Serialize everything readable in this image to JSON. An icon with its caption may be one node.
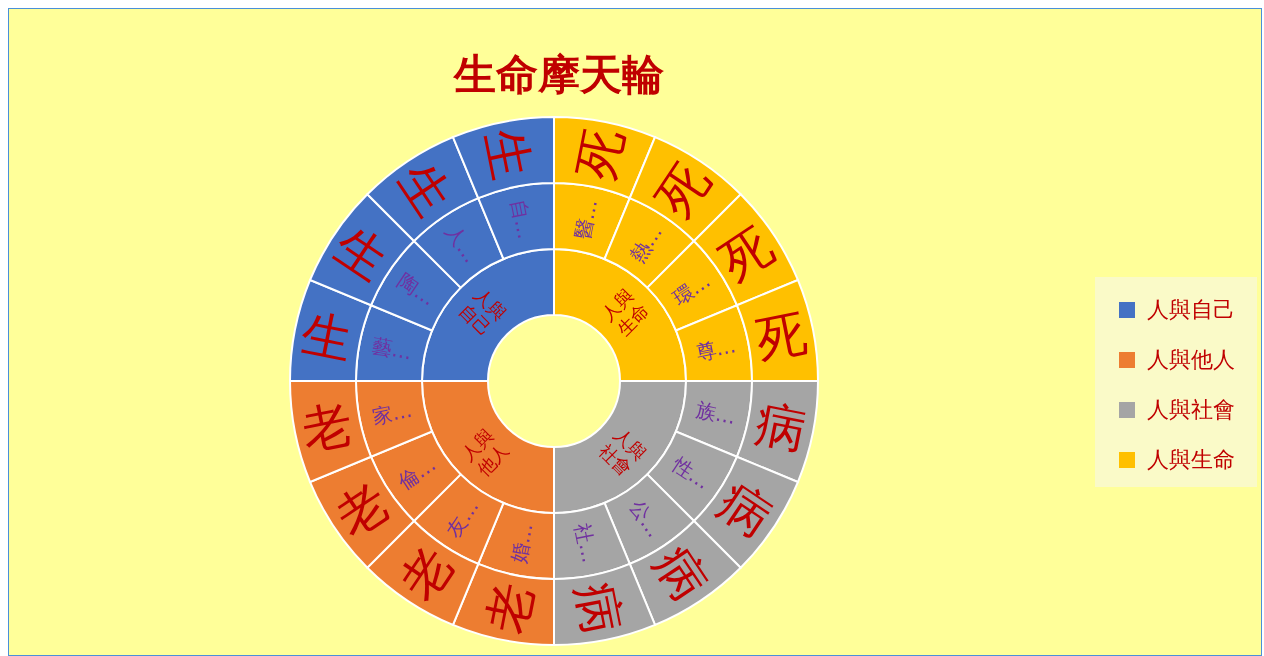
{
  "diagram": {
    "title": "生命摩天輪",
    "nodes": [
      {
        "text": [
          "人與自己"
        ]
      },
      {
        "text": [
          "藝…"
        ]
      },
      {
        "text": [
          "陶…"
        ]
      },
      {
        "text": [
          "人…"
        ]
      },
      {
        "text": [
          "自…"
        ]
      },
      {
        "text": [
          "生"
        ]
      },
      {
        "text": [
          "生"
        ]
      },
      {
        "text": [
          "生"
        ]
      },
      {
        "text": [
          "生"
        ]
      },
      {
        "text": [
          "人與生命"
        ]
      },
      {
        "text": [
          "醫…"
        ]
      },
      {
        "text": [
          "熱…"
        ]
      },
      {
        "text": [
          "環…"
        ]
      },
      {
        "text": [
          "尊…"
        ]
      },
      {
        "text": [
          "死"
        ]
      },
      {
        "text": [
          "死"
        ]
      },
      {
        "text": [
          "死"
        ]
      },
      {
        "text": [
          "死"
        ]
      },
      {
        "text": [
          "人與社會"
        ]
      },
      {
        "text": [
          "族…"
        ]
      },
      {
        "text": [
          "性…"
        ]
      },
      {
        "text": [
          "公…"
        ]
      },
      {
        "text": [
          "社…"
        ]
      },
      {
        "text": [
          "病"
        ]
      },
      {
        "text": [
          "病"
        ]
      },
      {
        "text": [
          "病"
        ]
      },
      {
        "text": [
          "病"
        ]
      },
      {
        "text": [
          "人與他人"
        ]
      },
      {
        "text": [
          "婚…"
        ]
      },
      {
        "text": [
          "友…"
        ]
      },
      {
        "text": [
          "倫…"
        ]
      },
      {
        "text": [
          "家…"
        ]
      },
      {
        "text": [
          "老"
        ]
      },
      {
        "text": [
          "老"
        ]
      },
      {
        "text": [
          "老"
        ]
      },
      {
        "text": [
          "老"
        ]
      }
    ],
    "legend": [
      {
        "text": "人與自己",
        "color": "#4472c4"
      },
      {
        "text": "人與他人",
        "color": "#ed7d31"
      },
      {
        "text": "人與社會",
        "color": "#a5a5a5"
      },
      {
        "text": "人與生命",
        "color": "#ffc000"
      }
    ]
  }
}
